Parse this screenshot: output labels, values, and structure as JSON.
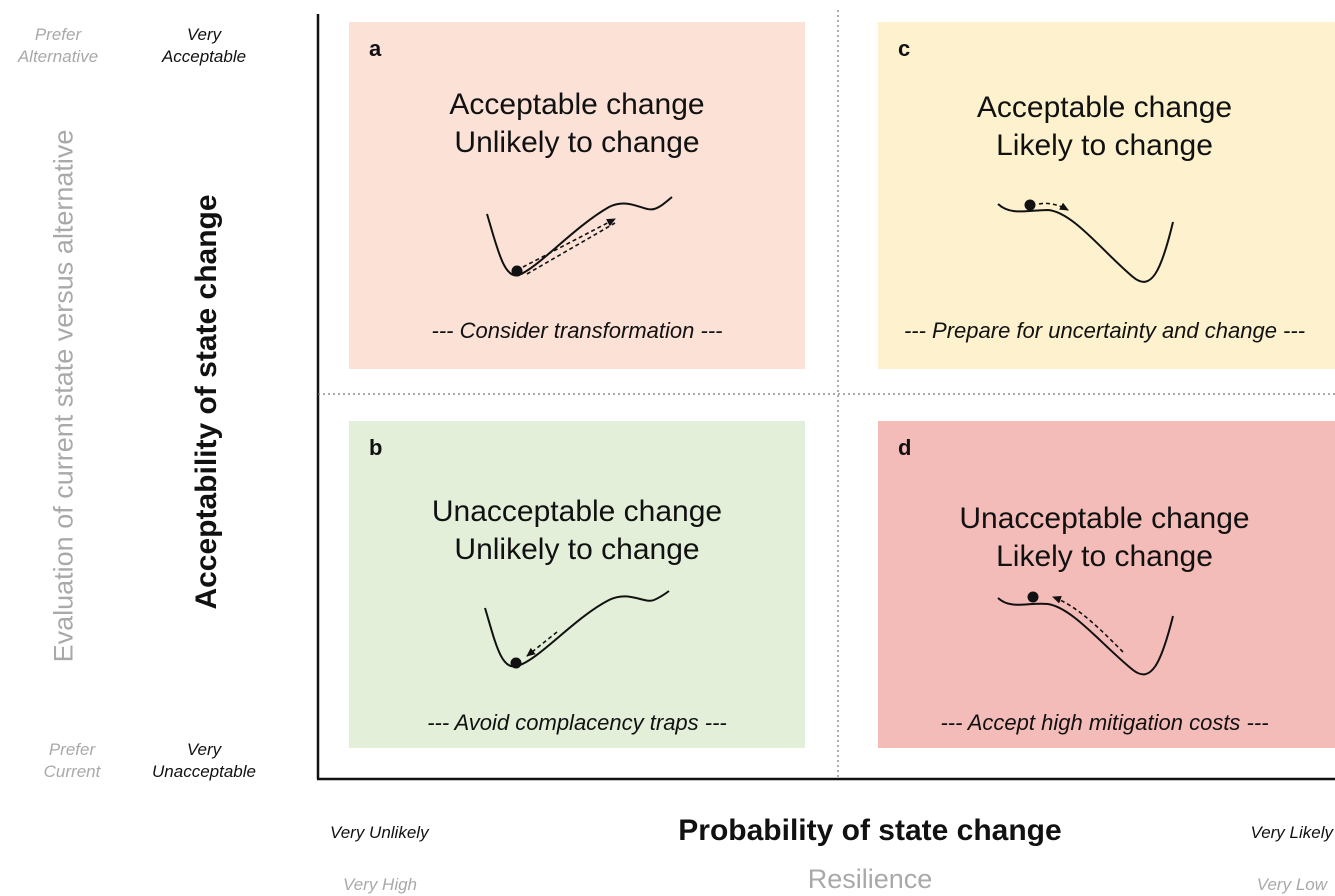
{
  "left_axis": {
    "outer_label": "Evaluation of current state versus alternative",
    "inner_label": "Acceptability of state change",
    "outer_top": "Prefer Alternative",
    "outer_bottom": "Prefer Current",
    "inner_top": "Very Acceptable",
    "inner_bottom": "Very Unacceptable"
  },
  "bottom_axis": {
    "title": "Probability of state change",
    "subtitle": "Resilience",
    "left_label": "Very Unlikely",
    "right_label": "Very Likely",
    "left_sub": "Very High",
    "right_sub": "Very Low"
  },
  "quadrants": {
    "a": {
      "letter": "a",
      "line1": "Acceptable change",
      "line2": "Unlikely to change",
      "advice": "--- Consider transformation ---",
      "color": "#fbe1d6"
    },
    "b": {
      "letter": "b",
      "line1": "Unacceptable change",
      "line2": "Unlikely to change",
      "advice": "--- Avoid complacency traps ---",
      "color": "#e3efd9"
    },
    "c": {
      "letter": "c",
      "line1": "Acceptable change",
      "line2": "Likely to change",
      "advice": "--- Prepare for uncertainty and change ---",
      "color": "#fdf2cd"
    },
    "d": {
      "letter": "d",
      "line1": "Unacceptable change",
      "line2": "Likely to change",
      "advice": "--- Accept high mitigation costs ---",
      "color": "#f4bcb8"
    }
  }
}
